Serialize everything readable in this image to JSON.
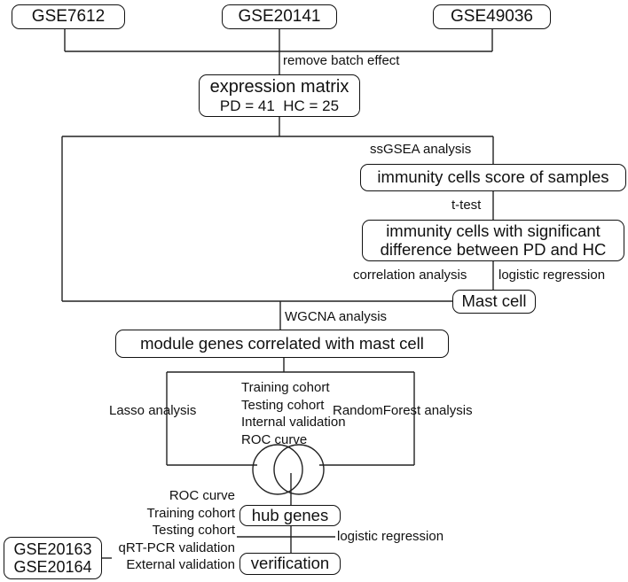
{
  "datasets": {
    "gse7612": "GSE7612",
    "gse20141": "GSE20141",
    "gse49036": "GSE49036"
  },
  "steps": {
    "remove_batch": "remove batch effect",
    "ssgsea": "ssGSEA analysis",
    "ttest": "t-test",
    "correlation": "correlation analysis",
    "logistic1": "logistic regression",
    "wgcna": "WGCNA analysis",
    "lasso": "Lasso analysis",
    "randomforest": "RandomForest analysis",
    "logistic2": "logistic regression"
  },
  "boxes": {
    "expression_title": "expression matrix",
    "expression_sub": "PD = 41  HC = 25",
    "immunity_score": "immunity cells score of samples",
    "significant_line1": "immunity cells with significant",
    "significant_line2": "difference between PD and HC",
    "mast_cell": "Mast cell",
    "module_genes": "module genes correlated with mast cell",
    "hub_genes": "hub genes",
    "verification": "verification",
    "external_line1": "GSE20163",
    "external_line2": "GSE20164"
  },
  "model_list": [
    "Training cohort",
    "Testing cohort",
    "Internal validation",
    "ROC curve"
  ],
  "validation_list": [
    "ROC curve",
    "Training cohort",
    "Testing cohort",
    "qRT-PCR validation",
    "External validation"
  ]
}
